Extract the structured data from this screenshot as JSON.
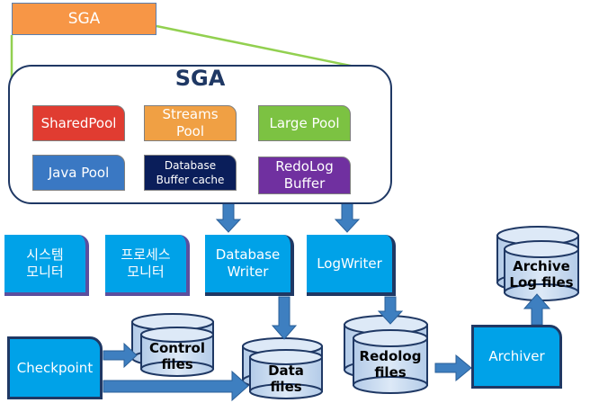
{
  "sga_tab": "SGA",
  "sga_title": "SGA",
  "pools": {
    "shared_pool": "SharedPool",
    "streams_pool": "Streams\nPool",
    "large_pool": "Large Pool",
    "java_pool": "Java Pool",
    "db_buffer_cache": "Database\nBuffer cache",
    "redolog_buffer": "RedoLog\nBuffer"
  },
  "processes": {
    "system_monitor": "시스템\n모니터",
    "process_monitor": "프로세스\n모니터",
    "database_writer": "Database\nWriter",
    "log_writer": "LogWriter",
    "checkpoint": "Checkpoint",
    "archiver": "Archiver"
  },
  "files": {
    "control_files": "Control\nfiles",
    "data_files": "Data\nfiles",
    "redolog_files": "Redolog\nfiles",
    "archive_log_files": "Archive\nLog files"
  },
  "colors": {
    "sga_tab": "#f79646",
    "shared_pool": "#e03c31",
    "streams_pool": "#f0a044",
    "large_pool": "#7cc242",
    "java_pool": "#3a78c3",
    "db_buffer_cache": "#0a1e5a",
    "redolog_buffer": "#7030a0",
    "process": "#00a2e8",
    "arrow": "#3e7fc0",
    "connector": "#92d050",
    "cylinder": "#c5d9f1"
  }
}
